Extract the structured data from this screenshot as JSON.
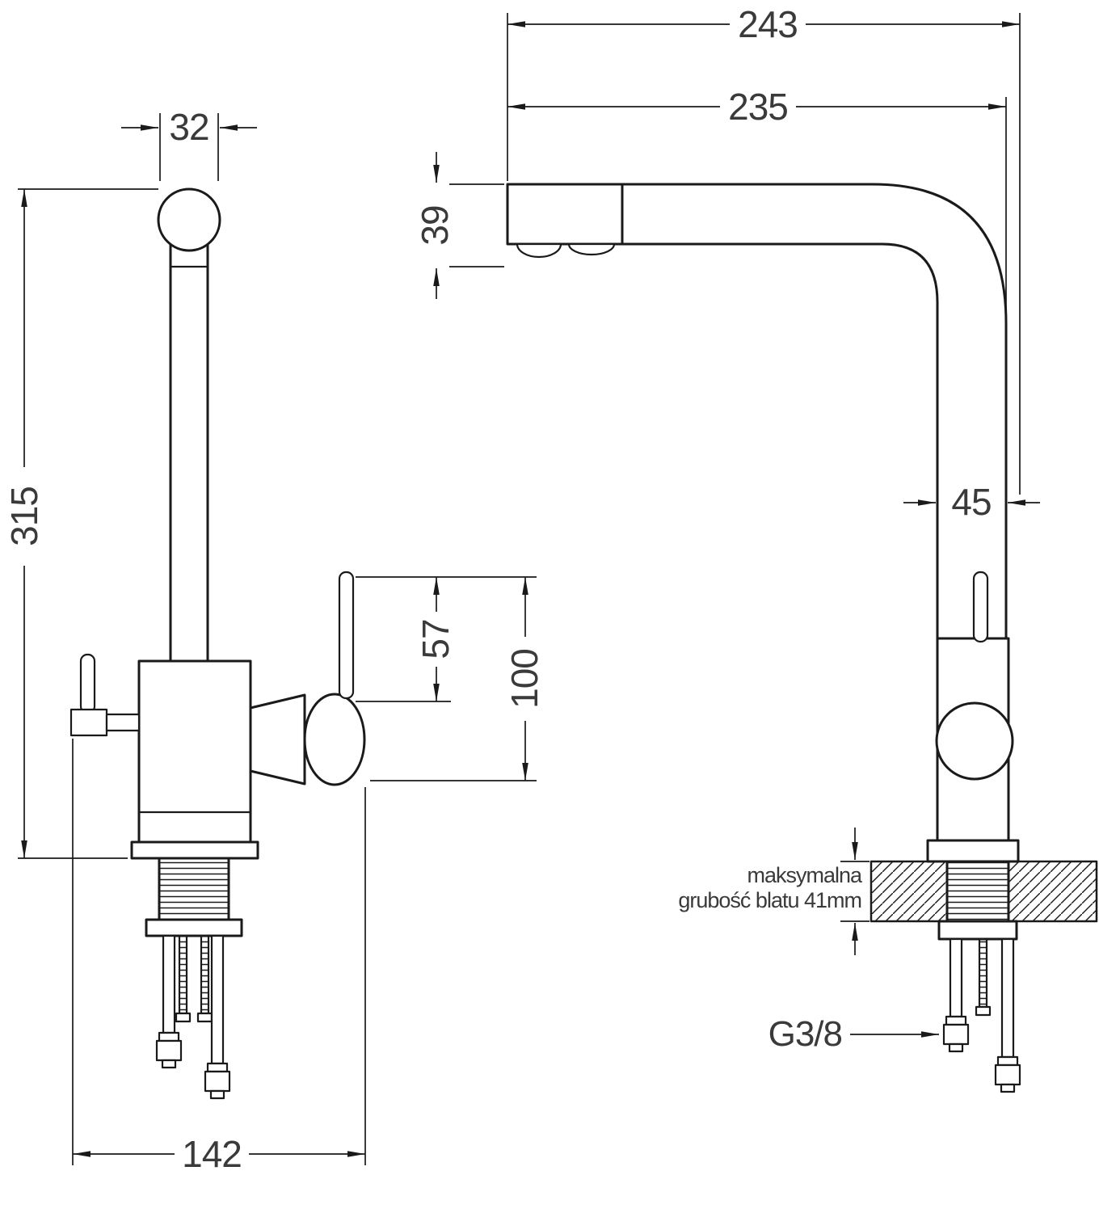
{
  "drawing": {
    "colors": {
      "background": "#ffffff",
      "line": "#1a1a1a",
      "dimension_text": "#3a3a3a"
    },
    "dims": {
      "spout_overall_reach": "243",
      "spout_reach": "235",
      "spout_head_width": "32",
      "spout_head_height": "39",
      "faucet_height": "315",
      "pipe_diameter": "45",
      "handle_height": "57",
      "body_mount_height": "100",
      "front_depth": "142"
    },
    "labels": {
      "thread": "G3/8",
      "note_line1": "maksymalna",
      "note_line2": "grubość blatu 41mm"
    }
  }
}
